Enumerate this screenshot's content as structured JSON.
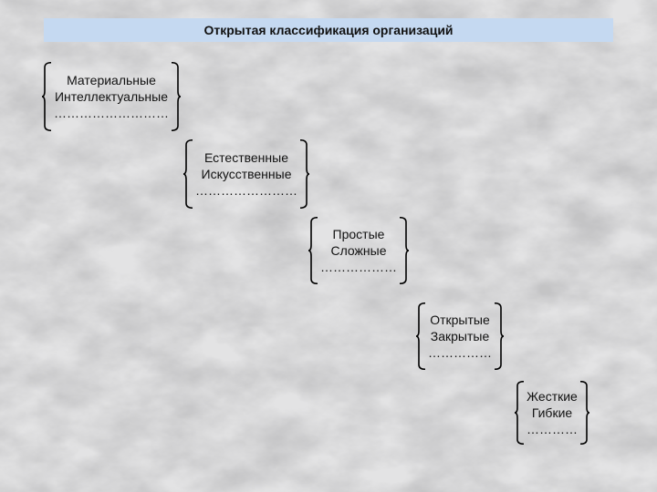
{
  "slide": {
    "title": "Открытая классификация организаций"
  },
  "groups": [
    {
      "items": [
        "Материальные",
        "Интеллектуальные",
        "………………………"
      ]
    },
    {
      "items": [
        "Естественные",
        "Искусственные",
        "……………………"
      ]
    },
    {
      "items": [
        "Простые",
        "Сложные",
        "………………"
      ]
    },
    {
      "items": [
        "Открытые",
        "Закрытые",
        "……………"
      ]
    },
    {
      "items": [
        "Жесткие",
        "Гибкие",
        "…………"
      ]
    }
  ]
}
